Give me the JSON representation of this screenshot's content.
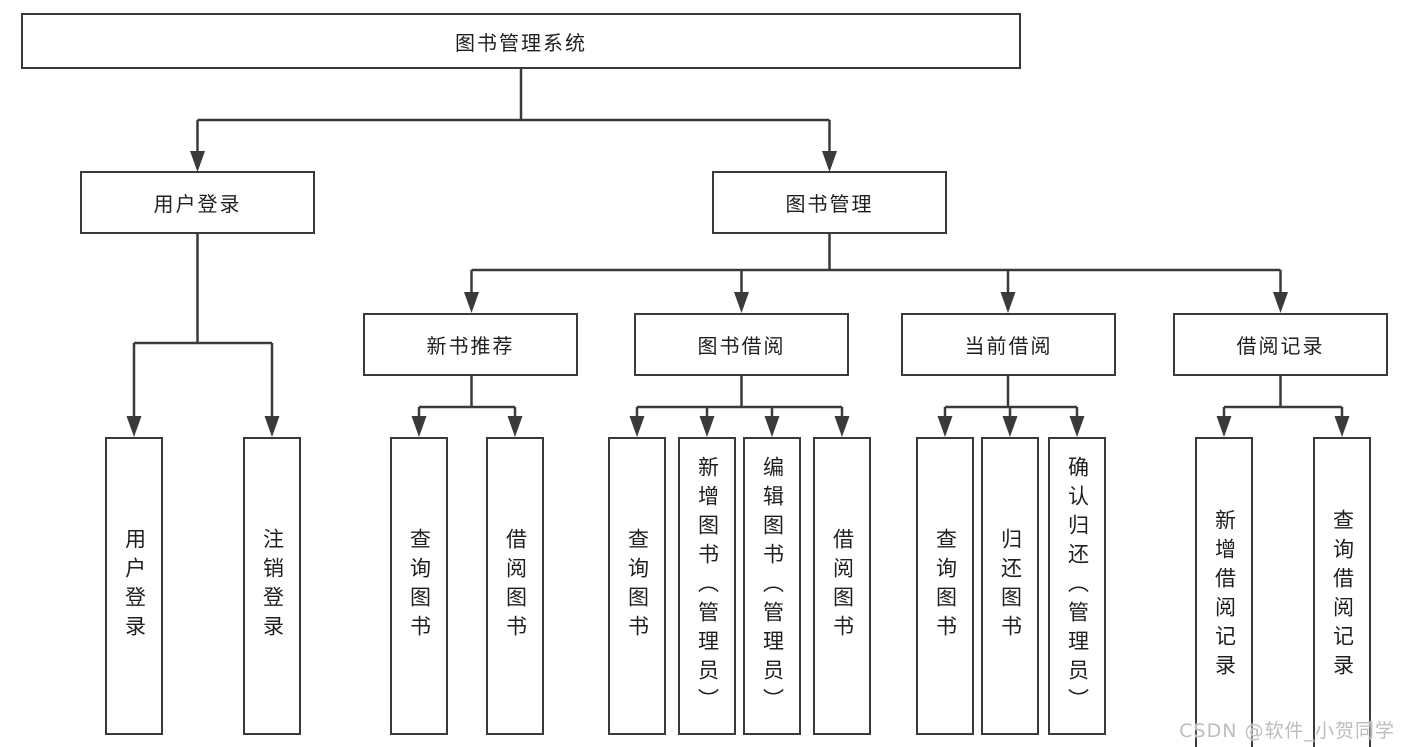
{
  "colors": {
    "line": "#3a3a3a",
    "text": "#1f1f1f",
    "watermark": "#bdbdbd",
    "background": "#ffffff"
  },
  "watermark": {
    "text": "CSDN @软件_小贺同学"
  },
  "tree": {
    "label": "图书管理系统",
    "children": [
      {
        "label": "用户登录",
        "children": [
          {
            "label": "用户登录"
          },
          {
            "label": "注销登录"
          }
        ]
      },
      {
        "label": "图书管理",
        "children": [
          {
            "label": "新书推荐",
            "children": [
              {
                "label": "查询图书"
              },
              {
                "label": "借阅图书"
              }
            ]
          },
          {
            "label": "图书借阅",
            "children": [
              {
                "label": "查询图书"
              },
              {
                "label": "新增图书（管理员）"
              },
              {
                "label": "编辑图书（管理员）"
              },
              {
                "label": "借阅图书"
              }
            ]
          },
          {
            "label": "当前借阅",
            "children": [
              {
                "label": "查询图书"
              },
              {
                "label": "归还图书"
              },
              {
                "label": "确认归还（管理员）"
              }
            ]
          },
          {
            "label": "借阅记录",
            "children": [
              {
                "label": "新增借阅记录"
              },
              {
                "label": "查询借阅记录"
              }
            ]
          }
        ]
      }
    ]
  }
}
